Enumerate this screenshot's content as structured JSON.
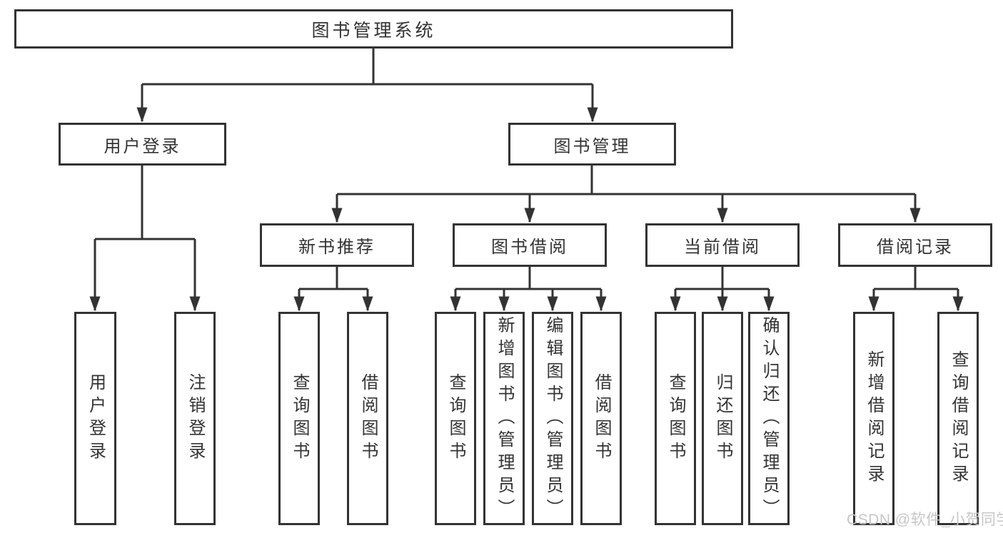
{
  "diagram": {
    "root": {
      "label": "图书管理系统"
    },
    "user_login": {
      "label": "用户登录",
      "leaves": [
        "用户登录",
        "注销登录"
      ]
    },
    "book_management": {
      "label": "图书管理",
      "sections": [
        {
          "label": "新书推荐",
          "leaves": [
            "查询图书",
            "借阅图书"
          ]
        },
        {
          "label": "图书借阅",
          "leaves": [
            "查询图书",
            "新增图书（管理员）",
            "编辑图书（管理员）",
            "借阅图书"
          ]
        },
        {
          "label": "当前借阅",
          "leaves": [
            "查询图书",
            "归还图书",
            "确认归还（管理员）"
          ]
        },
        {
          "label": "借阅记录",
          "leaves": [
            "新增借阅记录",
            "查询借阅记录"
          ]
        }
      ]
    },
    "colors": {
      "line": "#333333",
      "box_border": "#333333",
      "text": "#333333",
      "watermark": "#c6c6c6",
      "background": "#ffffff"
    }
  },
  "watermark": {
    "text": "CSDN @软件_小贺同学"
  }
}
